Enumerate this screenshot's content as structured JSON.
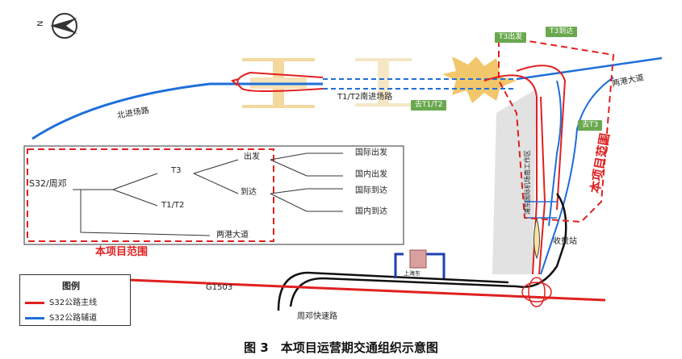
{
  "roads": {
    "north_entry": "北进场路",
    "t1t2_south_entry": "T1/T2南进场路",
    "lianggang": "两港大道",
    "g1503": "G1503",
    "zhoudeng": "周邓快速路",
    "work_zone": "浦东国际机场南工作区",
    "toll_station": "收费站",
    "shanghai_east": "上海东"
  },
  "tags": {
    "t3_departure": "T3出发",
    "t3_arrival": "T3到达",
    "to_t1t2": "去T1/T2",
    "to_t3": "去T3"
  },
  "scope_label": "本项目范围",
  "flow": {
    "origin": "S32/周邓",
    "t3": "T3",
    "t1t2": "T1/T2",
    "departure": "出发",
    "arrival": "到达",
    "lianggang": "两港大道",
    "intl_dep": "国际出发",
    "dom_dep": "国内出发",
    "intl_arr": "国际到达",
    "dom_arr": "国内到达",
    "scope_label": "本项目范围"
  },
  "legend": {
    "title": "图例",
    "items": [
      {
        "label": "S32公路主线",
        "color": "#e02020"
      },
      {
        "label": "S32公路辅道",
        "color": "#1e6fd9"
      }
    ]
  },
  "caption": "图 3　本项目运营期交通组织示意图",
  "colors": {
    "main_line": "#e02020",
    "aux_line": "#1e6fd9",
    "terminal": "#f2c66b",
    "tag": "#6aa84f"
  }
}
